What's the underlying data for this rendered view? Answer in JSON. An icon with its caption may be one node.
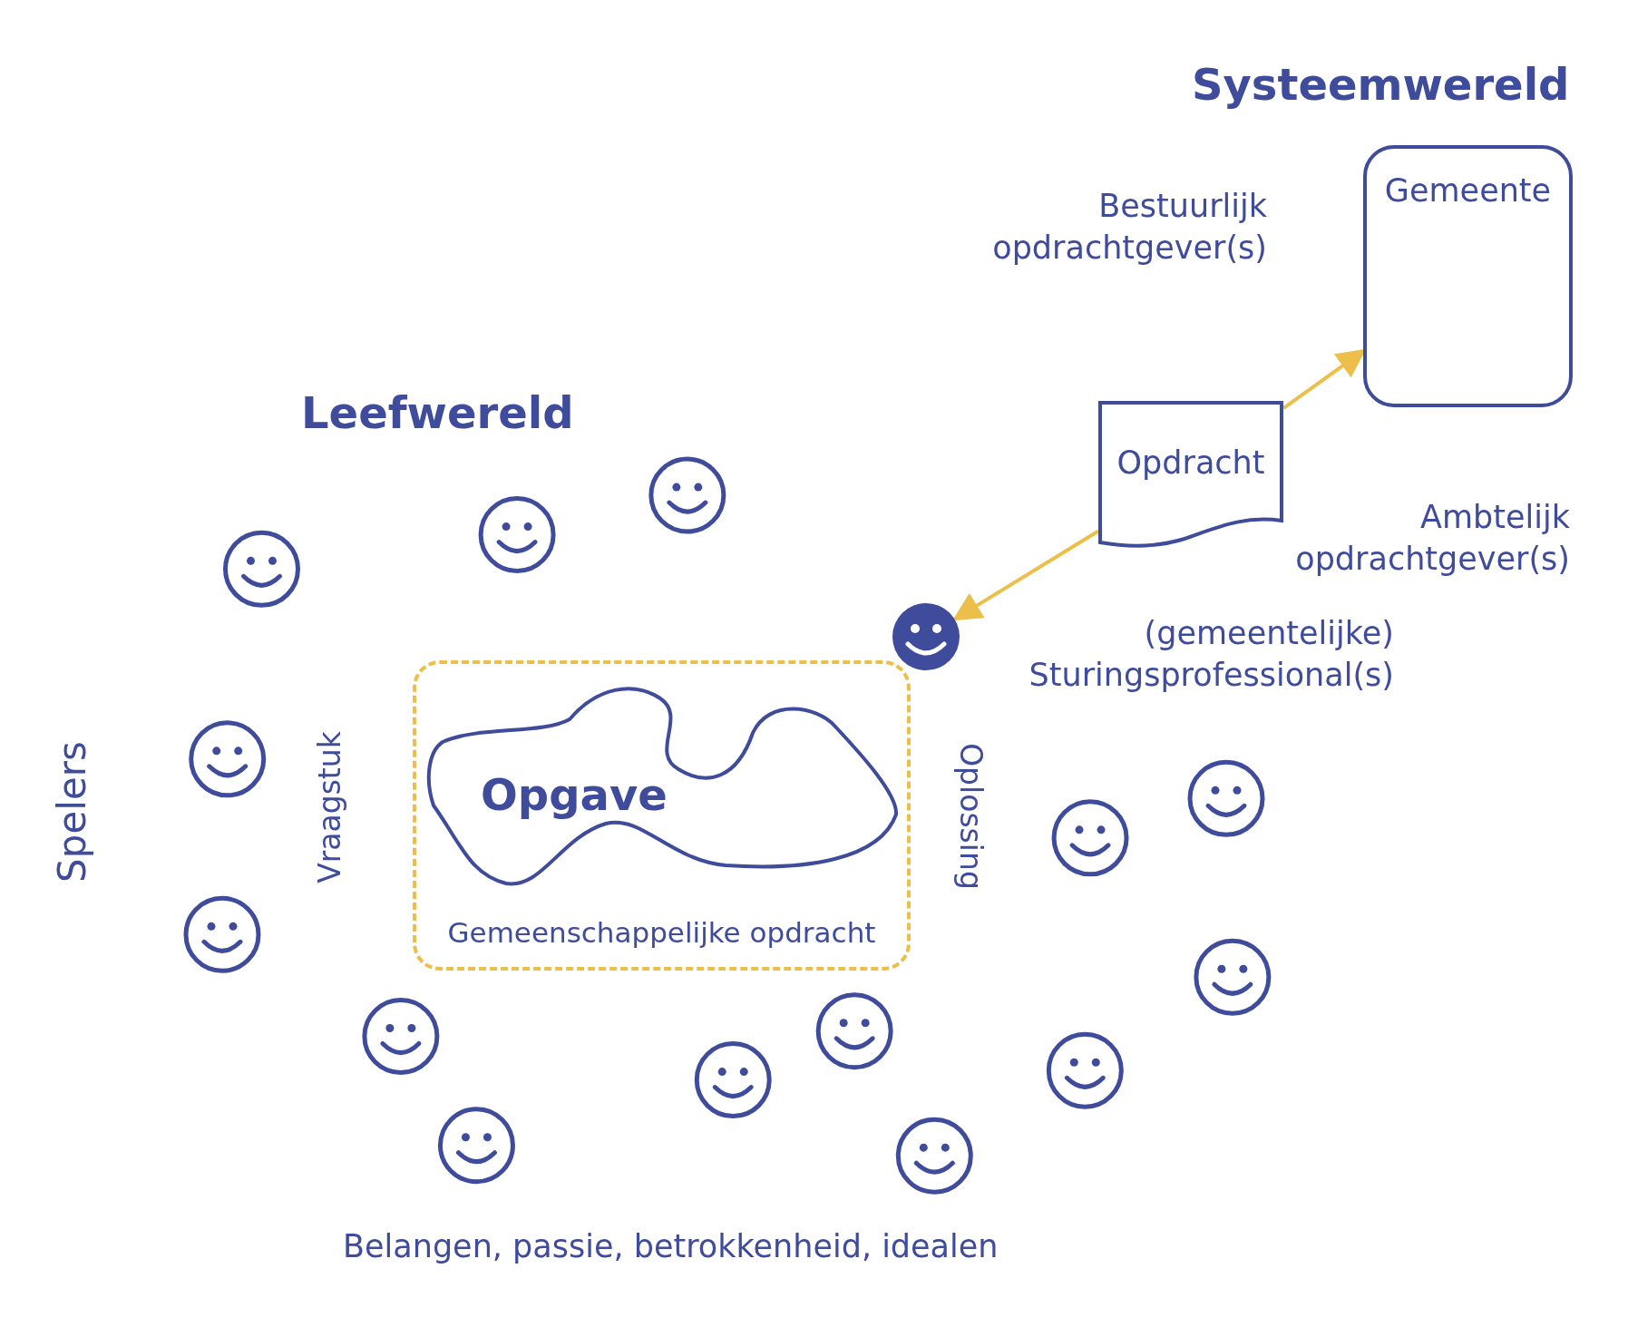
{
  "diagram": {
    "nodes": [
      {
        "text": [
          "Gemeente"
        ]
      },
      {
        "text": [
          "Opdracht"
        ]
      },
      {
        "text": [],
        "shape": "circle"
      },
      {
        "text": [
          "Gemeenschappelijke opdracht"
        ]
      },
      {
        "text": [
          "Opgave"
        ],
        "in": 3
      }
    ],
    "edges": [
      {
        "from": 1,
        "to": 0,
        "arrow": "to"
      },
      {
        "from": 1,
        "to": 2,
        "arrow": "to"
      }
    ],
    "labels": [
      "Systeemwereld",
      "Bestuurlijk opdrachtgever(s)",
      "Leefwereld",
      "Ambtelijk opdrachtgever(s)",
      "(gemeentelijke) Sturingsprofessional(s)",
      "Spelers",
      "Vraagstuk",
      "Oplossing",
      "Belangen, passie, betrokkenheid, idealen"
    ]
  }
}
